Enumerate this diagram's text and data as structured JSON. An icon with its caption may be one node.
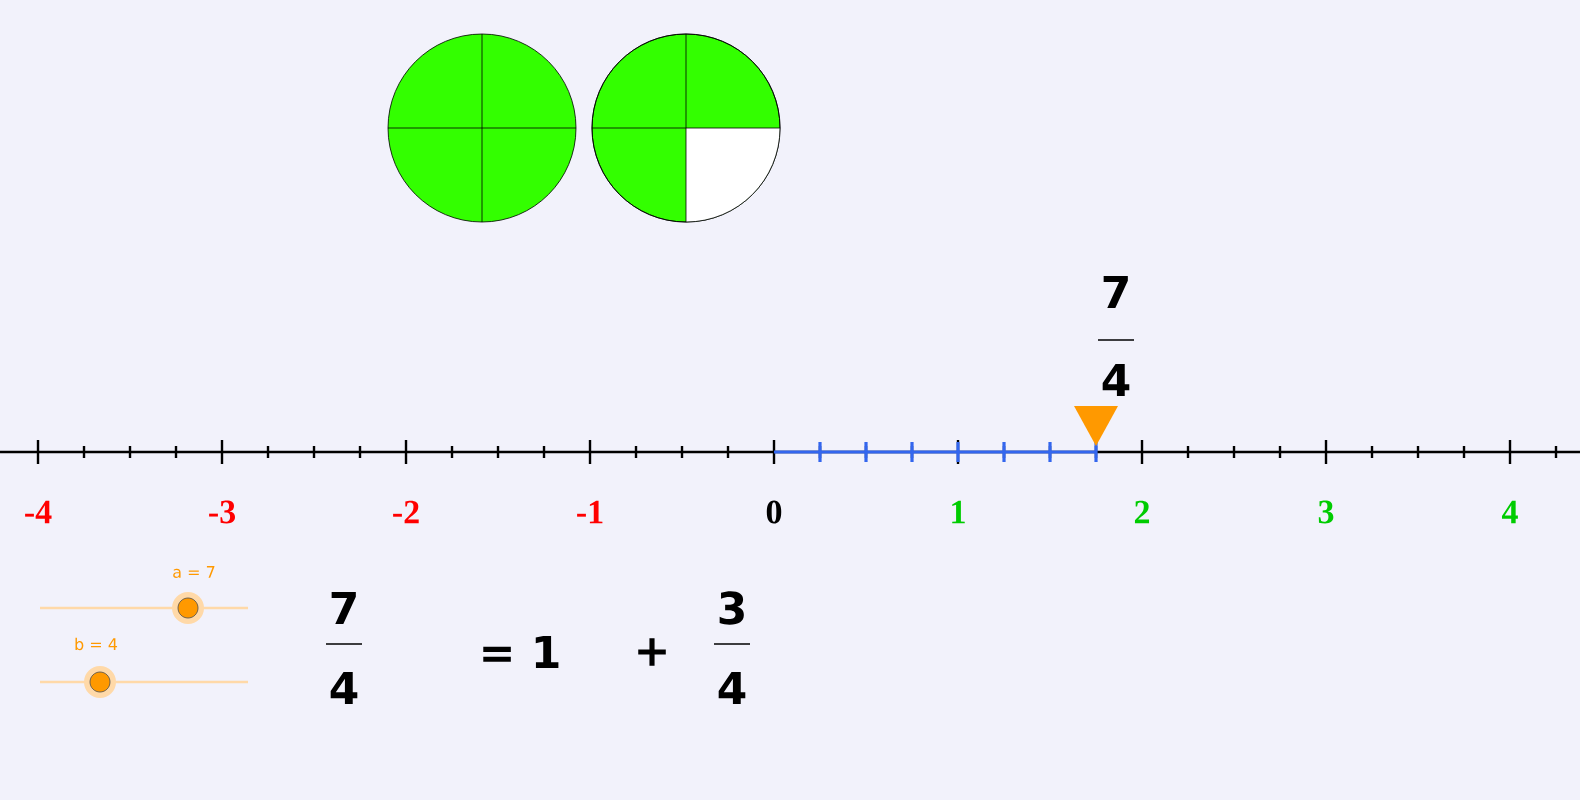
{
  "diagram": {
    "labels": [
      "-4",
      "-3",
      "-2",
      "-1",
      "0",
      "1",
      "2",
      "3",
      "4",
      "7",
      "4",
      "a = 7",
      "b = 4",
      "7",
      "4",
      "= 1",
      "+",
      "3",
      "4"
    ]
  }
}
